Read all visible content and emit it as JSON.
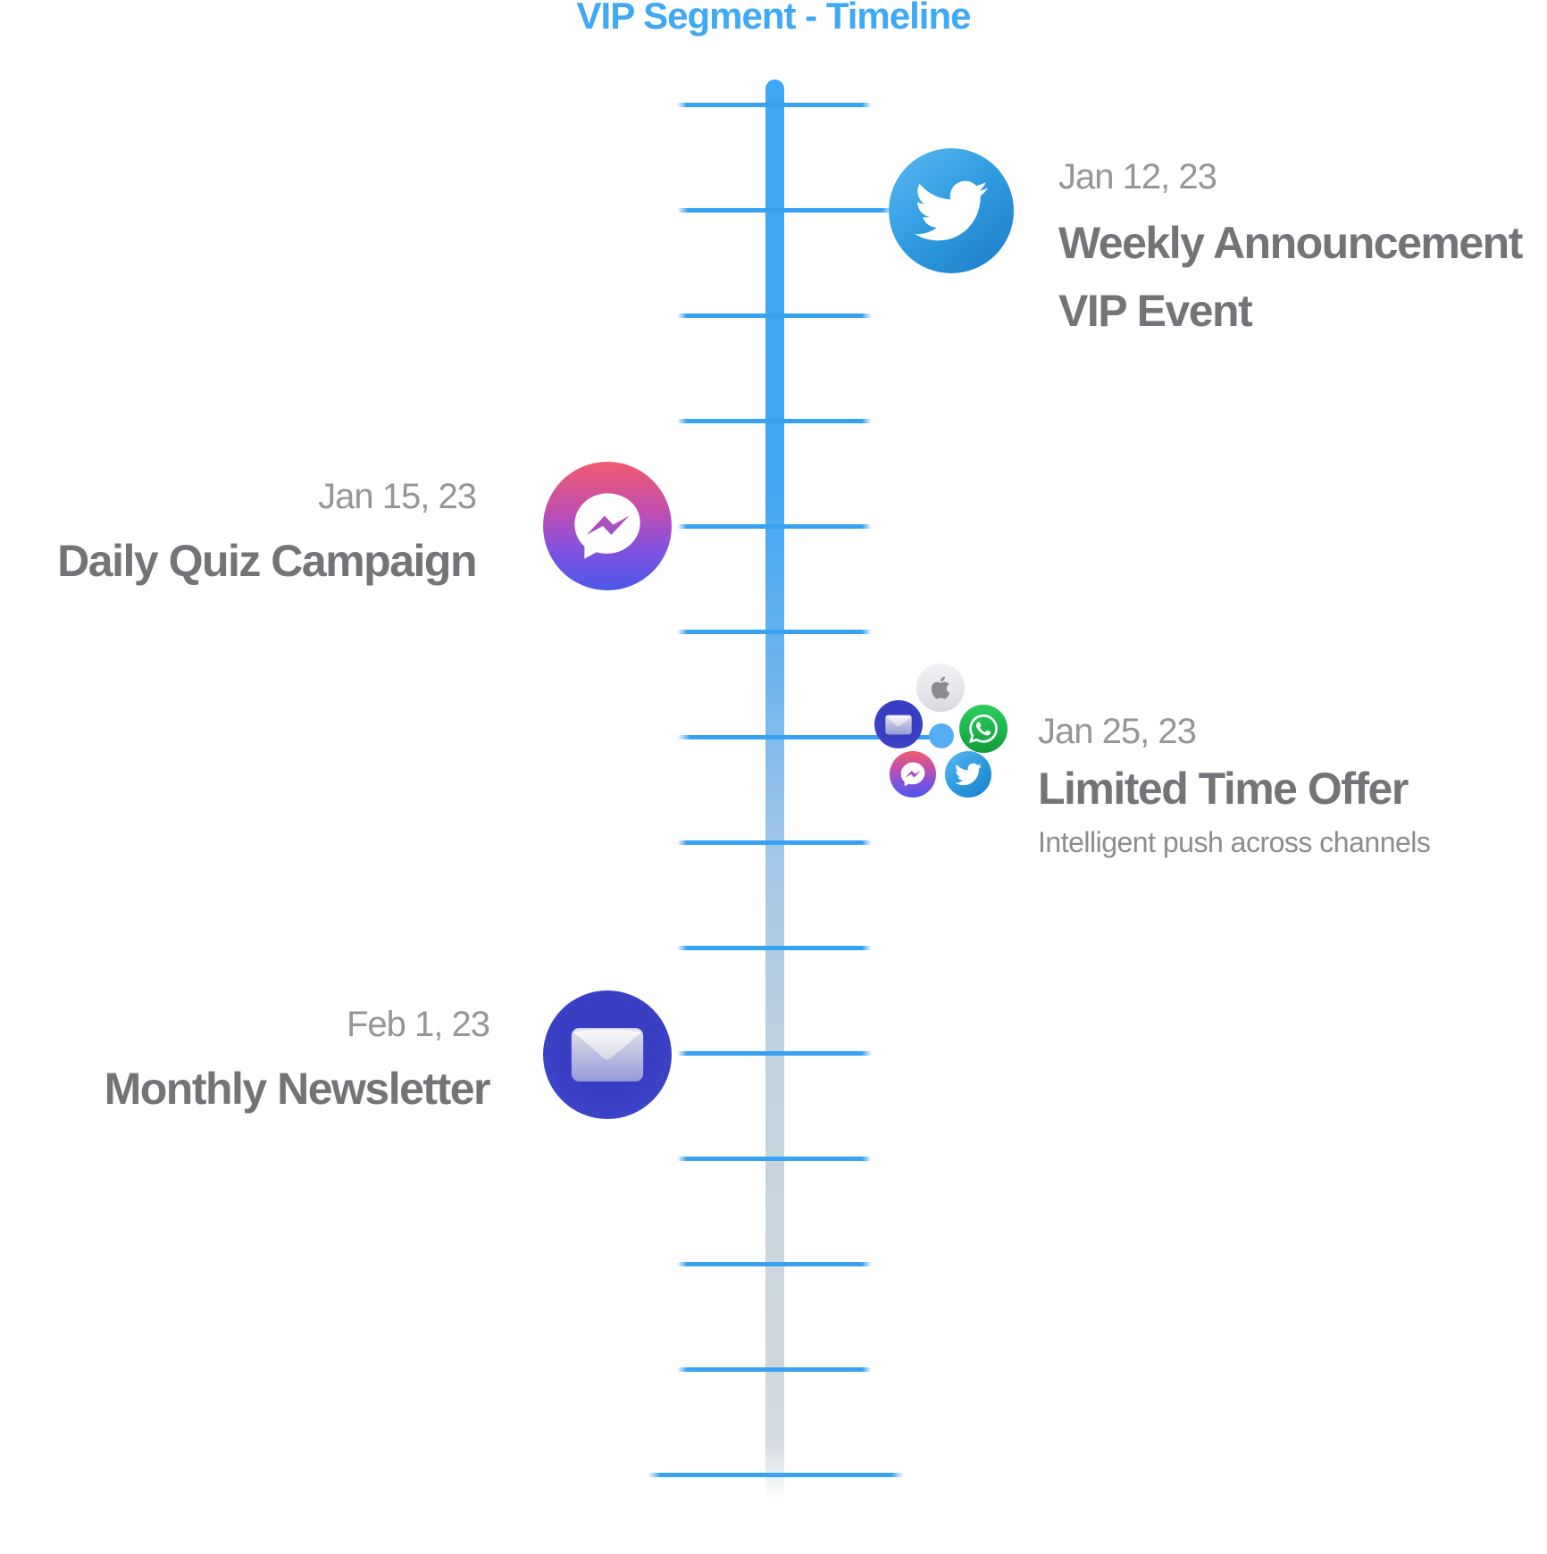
{
  "title": "VIP Segment - Timeline",
  "colors": {
    "accent_blue": "#3FA9F5",
    "tick_blue": "#38A2F2",
    "axis_fade_gray": "#CED7DD",
    "date_text": "#96969A",
    "title_text": "#747478",
    "subtitle_text": "#8D8D91",
    "twitter_blue": "#2E9BE0",
    "messenger_gradient_top": "#F15B6F",
    "messenger_gradient_bottom": "#4C58E8",
    "mail_indigo": "#3C42C8",
    "whatsapp_green": "#1DB44B",
    "apple_gray": "#E6E6EB",
    "node_dot_blue": "#55AEF3"
  },
  "events": [
    {
      "id": "jan12",
      "date": "Jan 12, 23",
      "title_lines": [
        "Weekly Announcement",
        "VIP Event"
      ],
      "subtitle": "",
      "side": "right",
      "channel_icons": [
        "twitter-icon"
      ]
    },
    {
      "id": "jan15",
      "date": "Jan 15, 23",
      "title_lines": [
        "Daily Quiz Campaign"
      ],
      "subtitle": "",
      "side": "left",
      "channel_icons": [
        "messenger-icon"
      ]
    },
    {
      "id": "jan25",
      "date": "Jan 25, 23",
      "title_lines": [
        "Limited Time Offer"
      ],
      "subtitle": "Intelligent push across channels",
      "side": "right",
      "channel_icons": [
        "apple-icon",
        "mail-icon",
        "whatsapp-icon",
        "messenger-icon",
        "twitter-icon"
      ]
    },
    {
      "id": "feb1",
      "date": "Feb 1, 23",
      "title_lines": [
        "Monthly Newsletter"
      ],
      "subtitle": "",
      "side": "left",
      "channel_icons": [
        "mail-icon"
      ]
    }
  ]
}
